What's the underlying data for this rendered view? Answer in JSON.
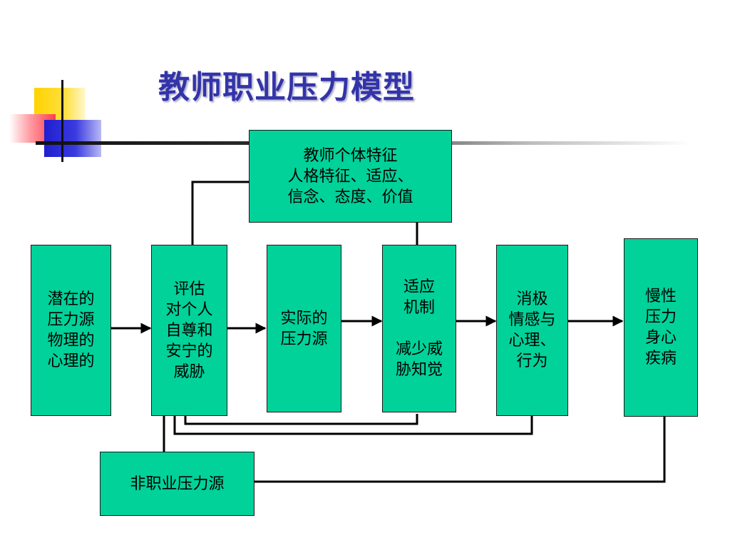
{
  "title": "教师职业压力模型",
  "boxes": {
    "teacher": "教师个体特征\n人格特征、适应、\n信念、态度、价值",
    "potential": "潜在的\n压力源\n物理的\n心理的",
    "appraisal": "评估\n对个人\n自尊和\n安宁的\n威胁",
    "actual": "实际的\n压力源",
    "coping": "适应\n机制\n\n减少威\n胁知觉",
    "negative": "消极\n情感与\n心理、\n行为",
    "chronic": "慢性\n压力\n身心\n疾病",
    "nonoccupational": "非职业压力源"
  },
  "colors": {
    "box_fill": "#00d29a",
    "title": "#3333aa"
  }
}
